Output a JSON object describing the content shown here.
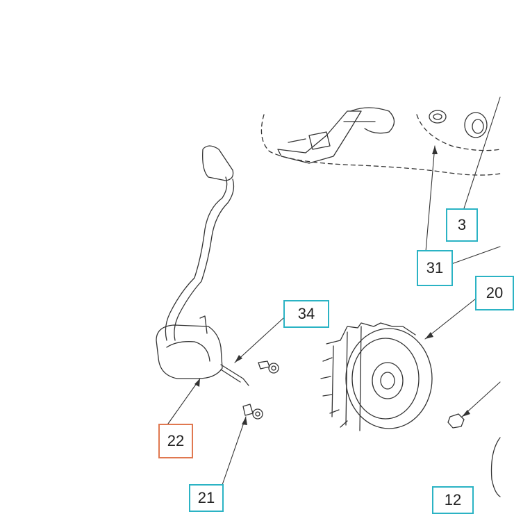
{
  "diagram": {
    "callouts": [
      {
        "id": "c3",
        "label": "3",
        "selected": false
      },
      {
        "id": "c31",
        "label": "31",
        "selected": false
      },
      {
        "id": "c20",
        "label": "20",
        "selected": false
      },
      {
        "id": "c34",
        "label": "34",
        "selected": false
      },
      {
        "id": "c22",
        "label": "22",
        "selected": true
      },
      {
        "id": "c21",
        "label": "21",
        "selected": false
      },
      {
        "id": "c12",
        "label": "12",
        "selected": false
      }
    ],
    "colors": {
      "callout_border": "#2bb3c4",
      "selected_border": "#e07850",
      "line": "#333333"
    }
  }
}
